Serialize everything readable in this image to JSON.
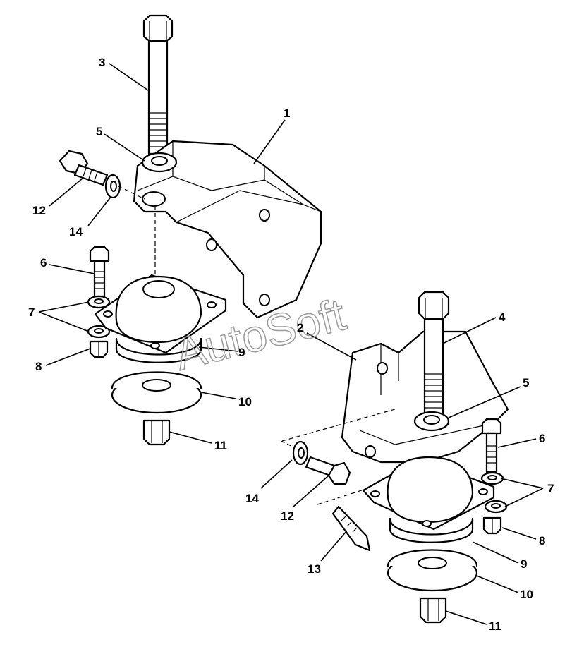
{
  "callouts": {
    "c1": "1",
    "c2": "2",
    "c3": "3",
    "c4": "4",
    "c5a": "5",
    "c5b": "5",
    "c6a": "6",
    "c6b": "6",
    "c7a": "7",
    "c7b": "7",
    "c8a": "8",
    "c8b": "8",
    "c9a": "9",
    "c9b": "9",
    "c10a": "10",
    "c10b": "10",
    "c11a": "11",
    "c11b": "11",
    "c12a": "12",
    "c12b": "12",
    "c13": "13",
    "c14a": "14",
    "c14b": "14"
  },
  "watermark": "AutoSoft",
  "colors": {
    "line": "#000000",
    "background": "#ffffff",
    "watermark": "#9a9a9a"
  }
}
